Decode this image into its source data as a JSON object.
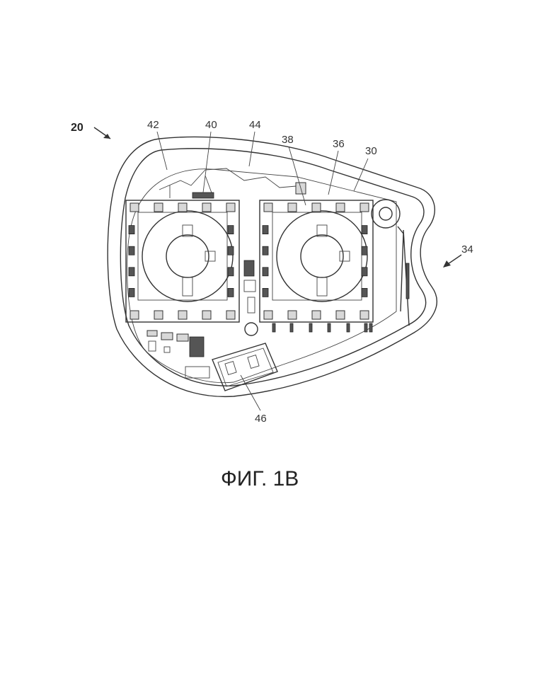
{
  "figure": {
    "caption": "ФИГ. 1В",
    "labels": {
      "device": "20",
      "ref_42": "42",
      "ref_40": "40",
      "ref_44": "44",
      "ref_38": "38",
      "ref_36": "36",
      "ref_30": "30",
      "ref_34": "34",
      "ref_46": "46"
    }
  }
}
